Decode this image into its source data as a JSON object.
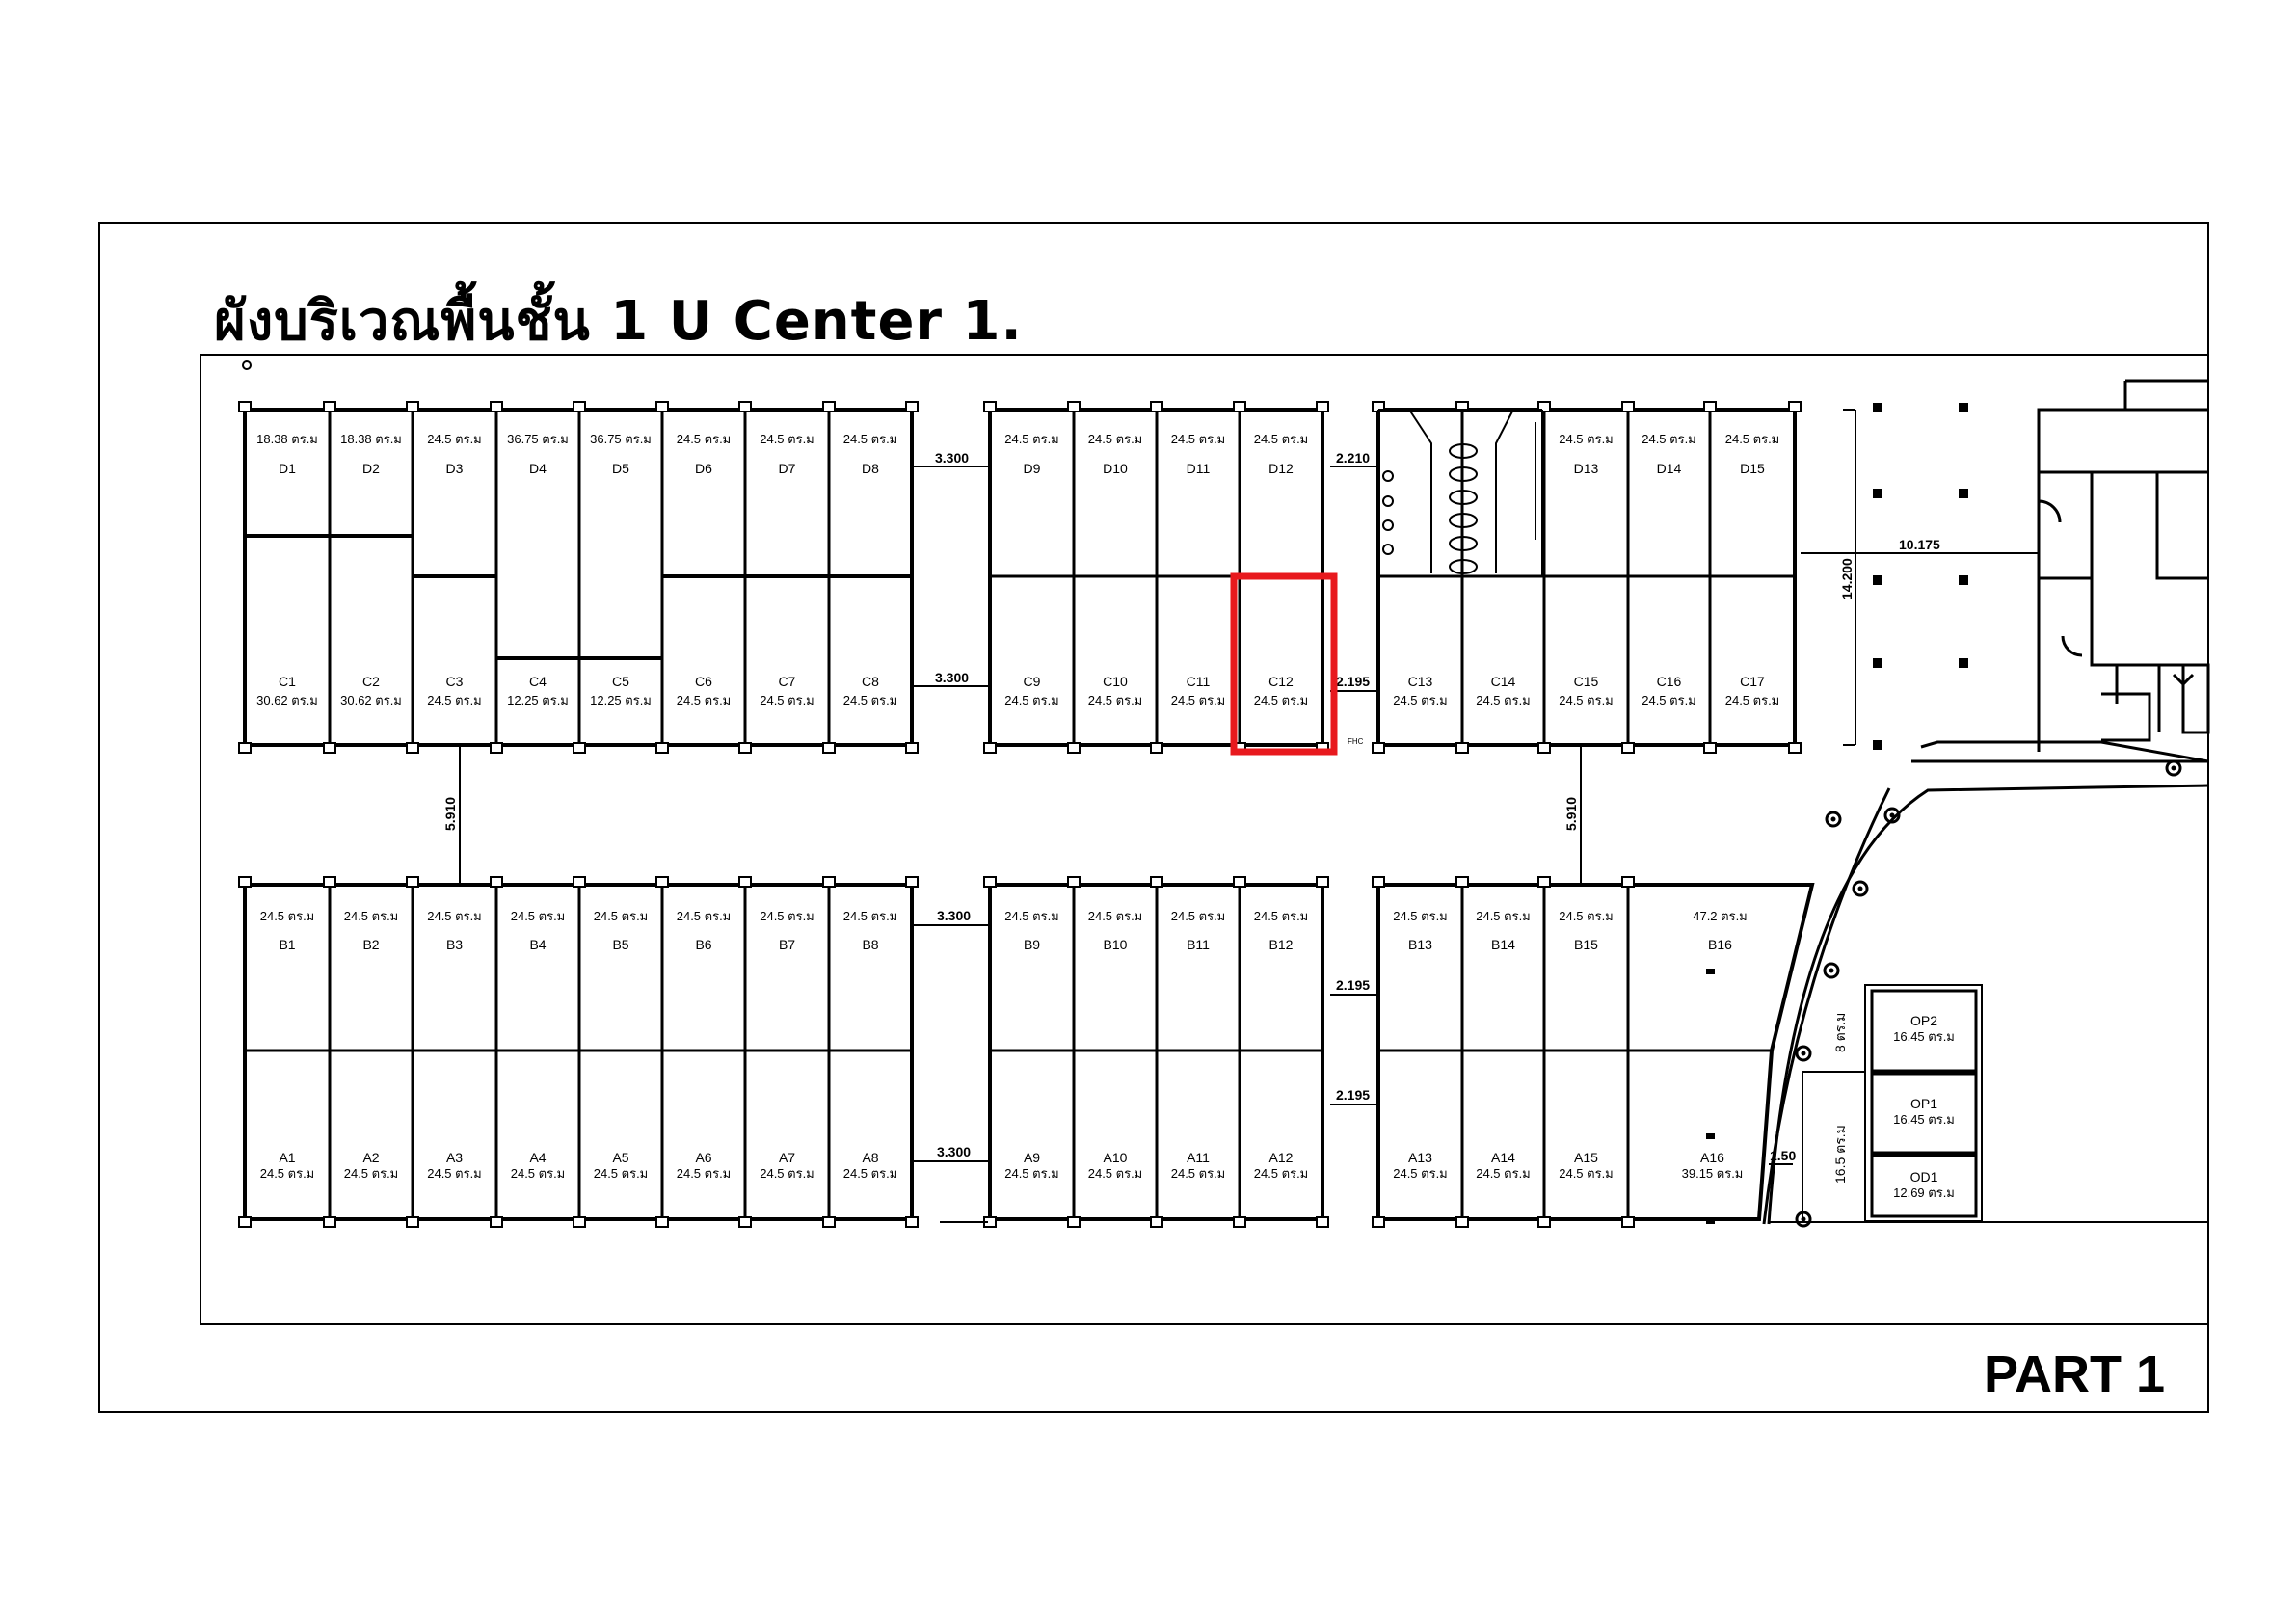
{
  "title": "ผังบริเวณพื้นชั้น 1 U Center 1.",
  "part_label": "PART 1",
  "colors": {
    "line": "#000000",
    "highlight": "#e8191e",
    "background": "#ffffff"
  },
  "highlighted_unit": "C12",
  "small_labels": {
    "fhc": "FHC"
  },
  "top_block_units": [
    {
      "id": "D1",
      "area": "18.38 ตร.ม"
    },
    {
      "id": "D2",
      "area": "18.38 ตร.ม"
    },
    {
      "id": "D3",
      "area": "24.5 ตร.ม"
    },
    {
      "id": "D4",
      "area": "36.75 ตร.ม"
    },
    {
      "id": "D5",
      "area": "36.75 ตร.ม"
    },
    {
      "id": "D6",
      "area": "24.5 ตร.ม"
    },
    {
      "id": "D7",
      "area": "24.5 ตร.ม"
    },
    {
      "id": "D8",
      "area": "24.5 ตร.ม"
    },
    {
      "id": "D9",
      "area": "24.5 ตร.ม"
    },
    {
      "id": "D10",
      "area": "24.5 ตร.ม"
    },
    {
      "id": "D11",
      "area": "24.5 ตร.ม"
    },
    {
      "id": "D12",
      "area": "24.5 ตร.ม"
    },
    {
      "id": "D13",
      "area": "24.5 ตร.ม"
    },
    {
      "id": "D14",
      "area": "24.5 ตร.ม"
    },
    {
      "id": "D15",
      "area": "24.5 ตร.ม"
    }
  ],
  "upper_c_units": [
    {
      "id": "C1",
      "area": "30.62 ตร.ม"
    },
    {
      "id": "C2",
      "area": "30.62 ตร.ม"
    },
    {
      "id": "C3",
      "area": "24.5 ตร.ม"
    },
    {
      "id": "C4",
      "area": "12.25 ตร.ม"
    },
    {
      "id": "C5",
      "area": "12.25 ตร.ม"
    },
    {
      "id": "C6",
      "area": "24.5 ตร.ม"
    },
    {
      "id": "C7",
      "area": "24.5 ตร.ม"
    },
    {
      "id": "C8",
      "area": "24.5 ตร.ม"
    },
    {
      "id": "C9",
      "area": "24.5 ตร.ม"
    },
    {
      "id": "C10",
      "area": "24.5 ตร.ม"
    },
    {
      "id": "C11",
      "area": "24.5 ตร.ม"
    },
    {
      "id": "C12",
      "area": "24.5 ตร.ม"
    },
    {
      "id": "C13",
      "area": "24.5 ตร.ม"
    },
    {
      "id": "C14",
      "area": "24.5 ตร.ม"
    },
    {
      "id": "C15",
      "area": "24.5 ตร.ม"
    },
    {
      "id": "C16",
      "area": "24.5 ตร.ม"
    },
    {
      "id": "C17",
      "area": "24.5 ตร.ม"
    }
  ],
  "b_units": [
    {
      "id": "B1",
      "area": "24.5 ตร.ม"
    },
    {
      "id": "B2",
      "area": "24.5 ตร.ม"
    },
    {
      "id": "B3",
      "area": "24.5 ตร.ม"
    },
    {
      "id": "B4",
      "area": "24.5 ตร.ม"
    },
    {
      "id": "B5",
      "area": "24.5 ตร.ม"
    },
    {
      "id": "B6",
      "area": "24.5 ตร.ม"
    },
    {
      "id": "B7",
      "area": "24.5 ตร.ม"
    },
    {
      "id": "B8",
      "area": "24.5 ตร.ม"
    },
    {
      "id": "B9",
      "area": "24.5 ตร.ม"
    },
    {
      "id": "B10",
      "area": "24.5 ตร.ม"
    },
    {
      "id": "B11",
      "area": "24.5 ตร.ม"
    },
    {
      "id": "B12",
      "area": "24.5 ตร.ม"
    },
    {
      "id": "B13",
      "area": "24.5 ตร.ม"
    },
    {
      "id": "B14",
      "area": "24.5 ตร.ม"
    },
    {
      "id": "B15",
      "area": "24.5 ตร.ม"
    },
    {
      "id": "B16",
      "area": "47.2 ตร.ม"
    }
  ],
  "a_units": [
    {
      "id": "A1",
      "area": "24.5 ตร.ม"
    },
    {
      "id": "A2",
      "area": "24.5 ตร.ม"
    },
    {
      "id": "A3",
      "area": "24.5 ตร.ม"
    },
    {
      "id": "A4",
      "area": "24.5 ตร.ม"
    },
    {
      "id": "A5",
      "area": "24.5 ตร.ม"
    },
    {
      "id": "A6",
      "area": "24.5 ตร.ม"
    },
    {
      "id": "A7",
      "area": "24.5 ตร.ม"
    },
    {
      "id": "A8",
      "area": "24.5 ตร.ม"
    },
    {
      "id": "A9",
      "area": "24.5 ตร.ม"
    },
    {
      "id": "A10",
      "area": "24.5 ตร.ม"
    },
    {
      "id": "A11",
      "area": "24.5 ตร.ม"
    },
    {
      "id": "A12",
      "area": "24.5 ตร.ม"
    },
    {
      "id": "A13",
      "area": "24.5 ตร.ม"
    },
    {
      "id": "A14",
      "area": "24.5 ตร.ม"
    },
    {
      "id": "A15",
      "area": "24.5 ตร.ม"
    },
    {
      "id": "A16",
      "area": "39.15 ตร.ม"
    }
  ],
  "op_units": [
    {
      "id": "OP2",
      "area": "16.45 ตร.ม"
    },
    {
      "id": "OP1",
      "area": "16.45 ตร.ม"
    },
    {
      "id": "OD1",
      "area": "12.69 ตร.ม"
    }
  ],
  "dimensions": {
    "gap_top": "3.300",
    "gap_c": "3.300",
    "gap_b": "3.300",
    "gap_a": "3.300",
    "gap_d12": "2.210",
    "gap_c12": "2.195",
    "gap_b12": "2.195",
    "gap_a12": "2.195",
    "aisle_left": "5.910",
    "aisle_right": "5.910",
    "width_10175": "10.175",
    "height_14200": "14.200",
    "op_depth": "8 ตร.ม",
    "op_depth2": "16.5 ตร.ม",
    "op_gap": "1.50"
  }
}
